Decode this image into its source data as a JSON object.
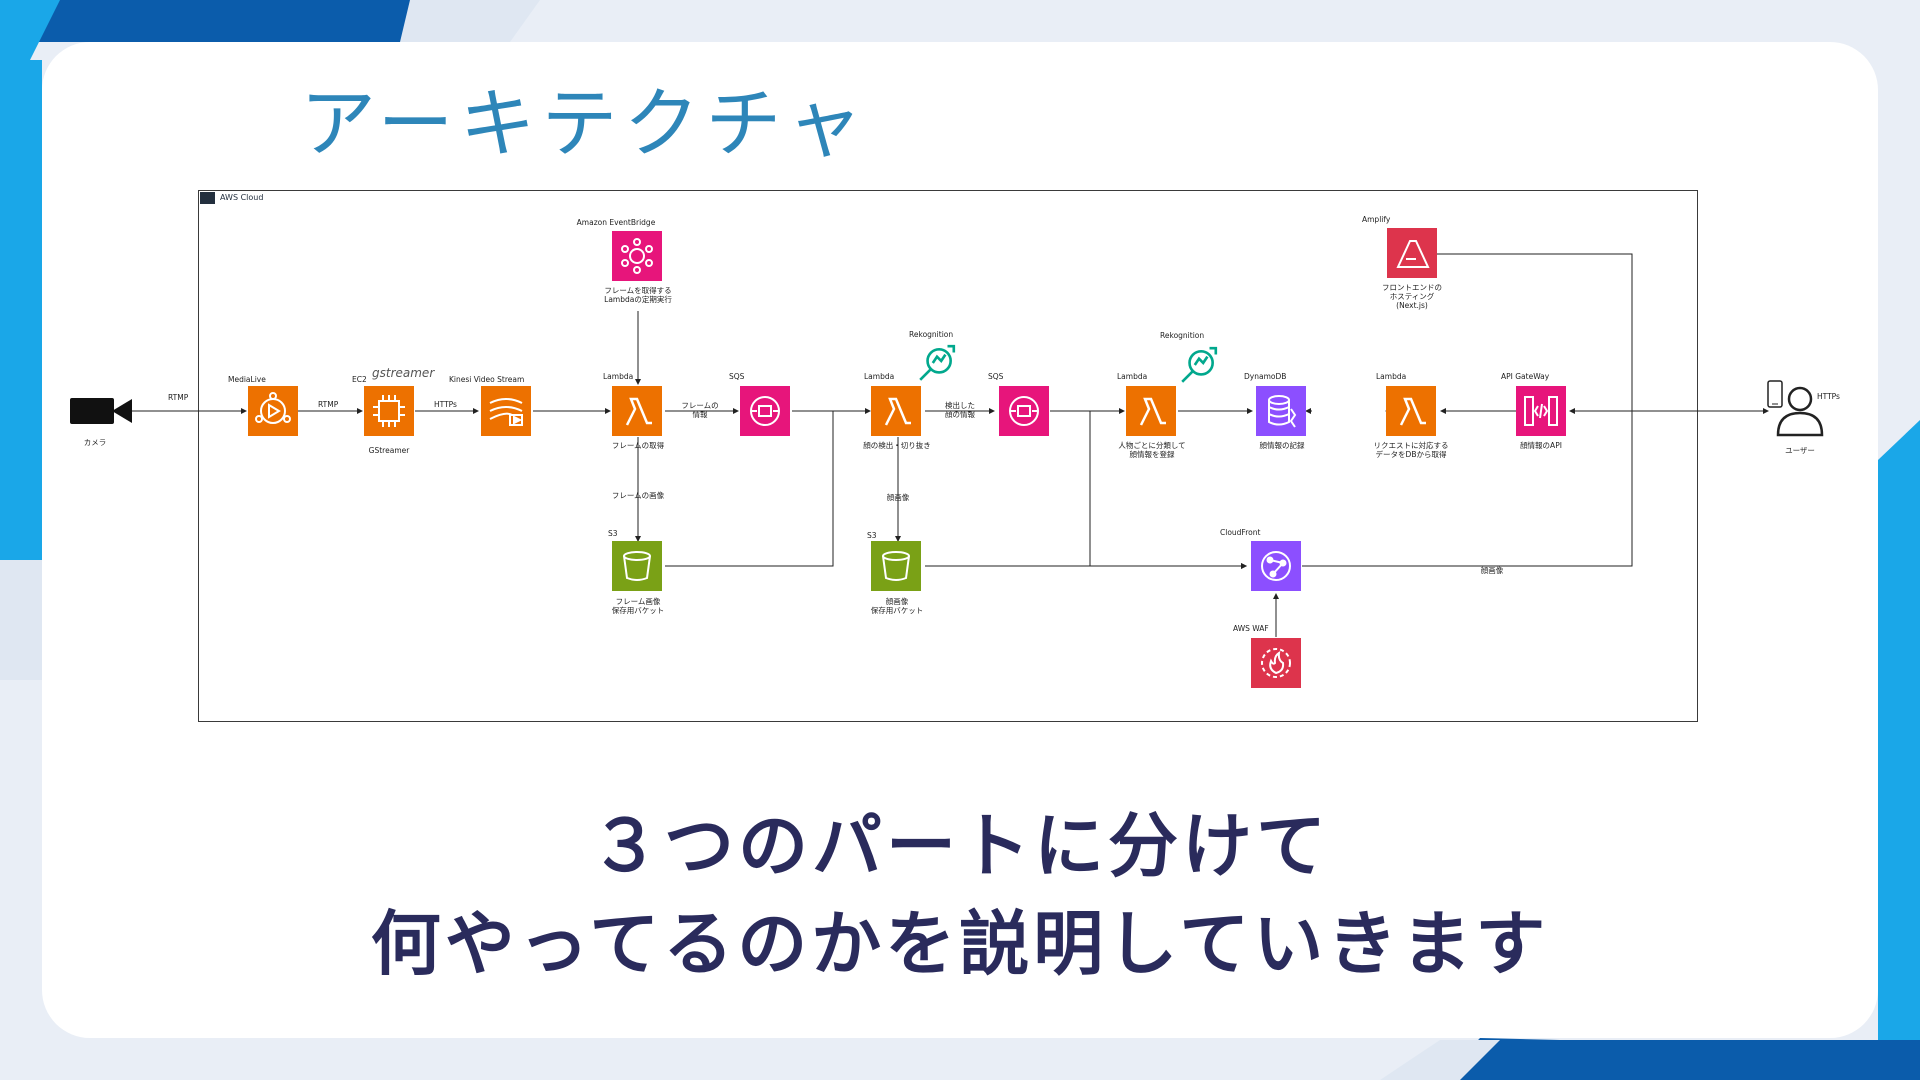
{
  "slide": {
    "title": "アーキテクチャ",
    "subtitle_line1": "３つのパートに分けて",
    "subtitle_line2": "何やってるのかを説明していきます"
  },
  "diagram": {
    "frame_label": "AWS Cloud",
    "labels": {
      "rtmp1": "RTMP",
      "rtmp2": "RTMP",
      "https1": "HTTPs",
      "https2": "HTTPs",
      "camera": "カメラ",
      "medialive": "MediaLive",
      "ec2": "EC2",
      "gstreamer_logo": "gstreamer",
      "gstreamer": "GStreamer",
      "kinesis": "Kinesi Video Stream",
      "eventbridge": "Amazon EventBridge",
      "eventbridge_desc1": "フレームを取得する",
      "eventbridge_desc2": "Lambdaの定期実行",
      "lambda1": "Lambda",
      "lambda1_desc": "フレームの取得",
      "frame_info1": "フレームの",
      "frame_info2": "情報",
      "sqs1": "SQS",
      "frame_image": "フレームの画像",
      "s3_1": "S3",
      "s3_1_desc1": "フレーム画像",
      "s3_1_desc2": "保存用バケット",
      "rekognition1": "Rekognition",
      "lambda2": "Lambda",
      "lambda2_desc": "顔の検出・切り抜き",
      "detected1": "検出した",
      "detected2": "顔の情報",
      "sqs2": "SQS",
      "face_image": "顔画像",
      "s3_2": "S3",
      "s3_2_desc1": "顔画像",
      "s3_2_desc2": "保存用バケット",
      "rekognition2": "Rekognition",
      "lambda3": "Lambda",
      "lambda3_desc1": "人物ごとに分類して",
      "lambda3_desc2": "顔情報を登録",
      "dynamodb": "DynamoDB",
      "dynamodb_desc": "顔情報の記録",
      "lambda4": "Lambda",
      "lambda4_desc1": "リクエストに対応する",
      "lambda4_desc2": "データをDBから取得",
      "apigw": "API GateWay",
      "apigw_desc": "顔情報のAPI",
      "amplify": "Amplify",
      "amplify_desc1": "フロントエンドの",
      "amplify_desc2": "ホスティング",
      "amplify_desc3": "(Next.js)",
      "cloudfront": "CloudFront",
      "face_image2": "顔画像",
      "waf": "AWS WAF",
      "user": "ユーザー"
    }
  },
  "colors": {
    "title": "#2e86b9",
    "subtitle": "#2a2b5c",
    "orange": "#ed7100",
    "pink": "#e7157b",
    "green": "#7aa116",
    "teal": "#01a88d",
    "purple": "#8c4fff",
    "red": "#dd344c",
    "deco_blue": "#1aa7e8",
    "deco_navy": "#0b5cab"
  }
}
